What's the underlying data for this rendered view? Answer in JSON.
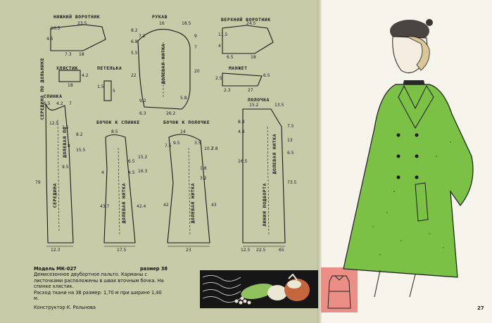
{
  "labels": {
    "under_collar": "НИЖНИЙ ВОРОТНИК",
    "sleeve": "РУКАВ",
    "upper_collar": "ВЕРХНИЙ ВОРОТНИК",
    "belt": "ХЛЯСТИК",
    "loop": "ПЕТЕЛЬКА",
    "cuff": "МАНЖЕТ",
    "back": "СПИНКА",
    "side_to_back": "БОЧОК К СПИНКЕ",
    "side_to_front": "БОЧОК К ПОЛОЧКЕ",
    "front": "ПОЛОЧКА",
    "center_fold": "СЕРЕДИНА ПО ДОЛЬНИКЕ",
    "grain": "ДОЛЕВАЯ НИТКА",
    "grain_along": "ДОЛЕВАЯ ПО",
    "center": "СЕРЕДИНА",
    "facing_line": "ЛИНИЯ ПОДБОРТА"
  },
  "dims": {
    "under_collar": [
      "23.5",
      "4.5",
      "10.5",
      "7.3",
      "18"
    ],
    "sleeve": [
      "18.5",
      "16",
      "7.2",
      "5.5",
      "6.8",
      "8.2",
      "22",
      "9",
      "7",
      "20",
      "6.3",
      "26.2",
      "5.8",
      "9.2"
    ],
    "upper_collar": [
      "24.5",
      "4",
      "11.5",
      "6.5",
      "18"
    ],
    "belt": [
      "18",
      "4.2"
    ],
    "loop": [
      "1.5",
      "5"
    ],
    "cuff": [
      "2.5",
      "2.3",
      "27",
      "6.5"
    ],
    "back": [
      "6.5",
      "4.2",
      "7",
      "1.5",
      "8",
      "8.2",
      "15.5",
      "12.5",
      "9.5",
      "79",
      "12.3"
    ],
    "side_to_back": [
      "8.5",
      "4",
      "6.5",
      "4.5",
      "15.2",
      "16.3",
      "43.7",
      "42.4",
      "17.5"
    ],
    "side_to_front": [
      "14",
      "9.5",
      "3.5",
      "7.5",
      "10.2",
      "7.8",
      "1.8",
      "3.2",
      "42",
      "43",
      "23"
    ],
    "front": [
      "15.2",
      "13.5",
      "8.8",
      "4.8",
      "7.5",
      "16.5",
      "13",
      "6.5",
      "73.5",
      "12.5",
      "22.5",
      "65"
    ]
  },
  "caption": {
    "model": "Модель МК-027",
    "size": "размер 38",
    "text": "Демисезонное двубортное пальто. Карманы с листочками расположены в швах вточным бочка. На спинке хлястик.",
    "fabric": "Расход ткани на 38 размер: 1,70 м при ширине 1,40 м.",
    "designer": "Конструктор К. Рольнова"
  },
  "page_number": "27",
  "colors": {
    "left_page": "#c8cba8",
    "right_page": "#f7f4ec",
    "coat": "#7bc145",
    "thumb": "#eb8f86",
    "strip": "#161616"
  }
}
